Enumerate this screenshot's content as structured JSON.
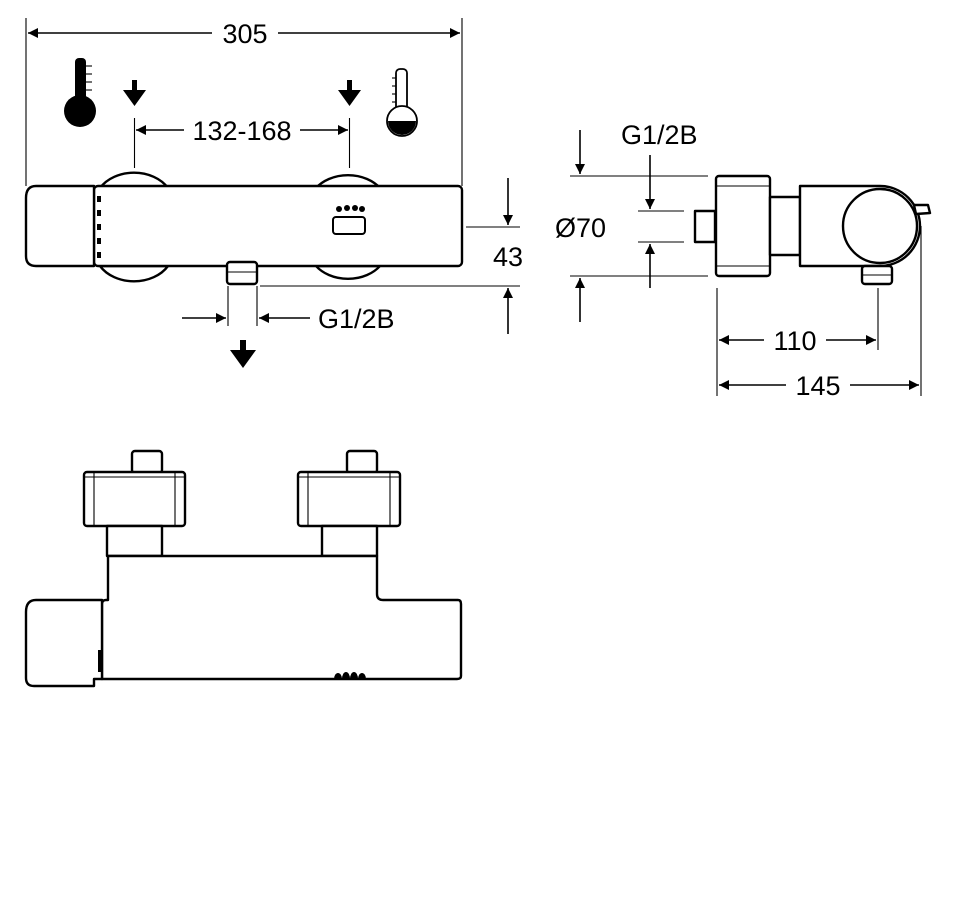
{
  "dimensions": {
    "overall_width": "305",
    "inlet_spacing": "132-168",
    "height": "43",
    "outlet_thread": "G1/2B",
    "inlet_thread": "G1/2B",
    "diameter": "Ø70",
    "projection_outlet": "110",
    "projection_total": "145"
  },
  "icons": {
    "hot_indicator": "thermometer-hot-icon",
    "cold_indicator": "thermometer-cold-icon",
    "flow_direction": "arrow-down-icon"
  }
}
